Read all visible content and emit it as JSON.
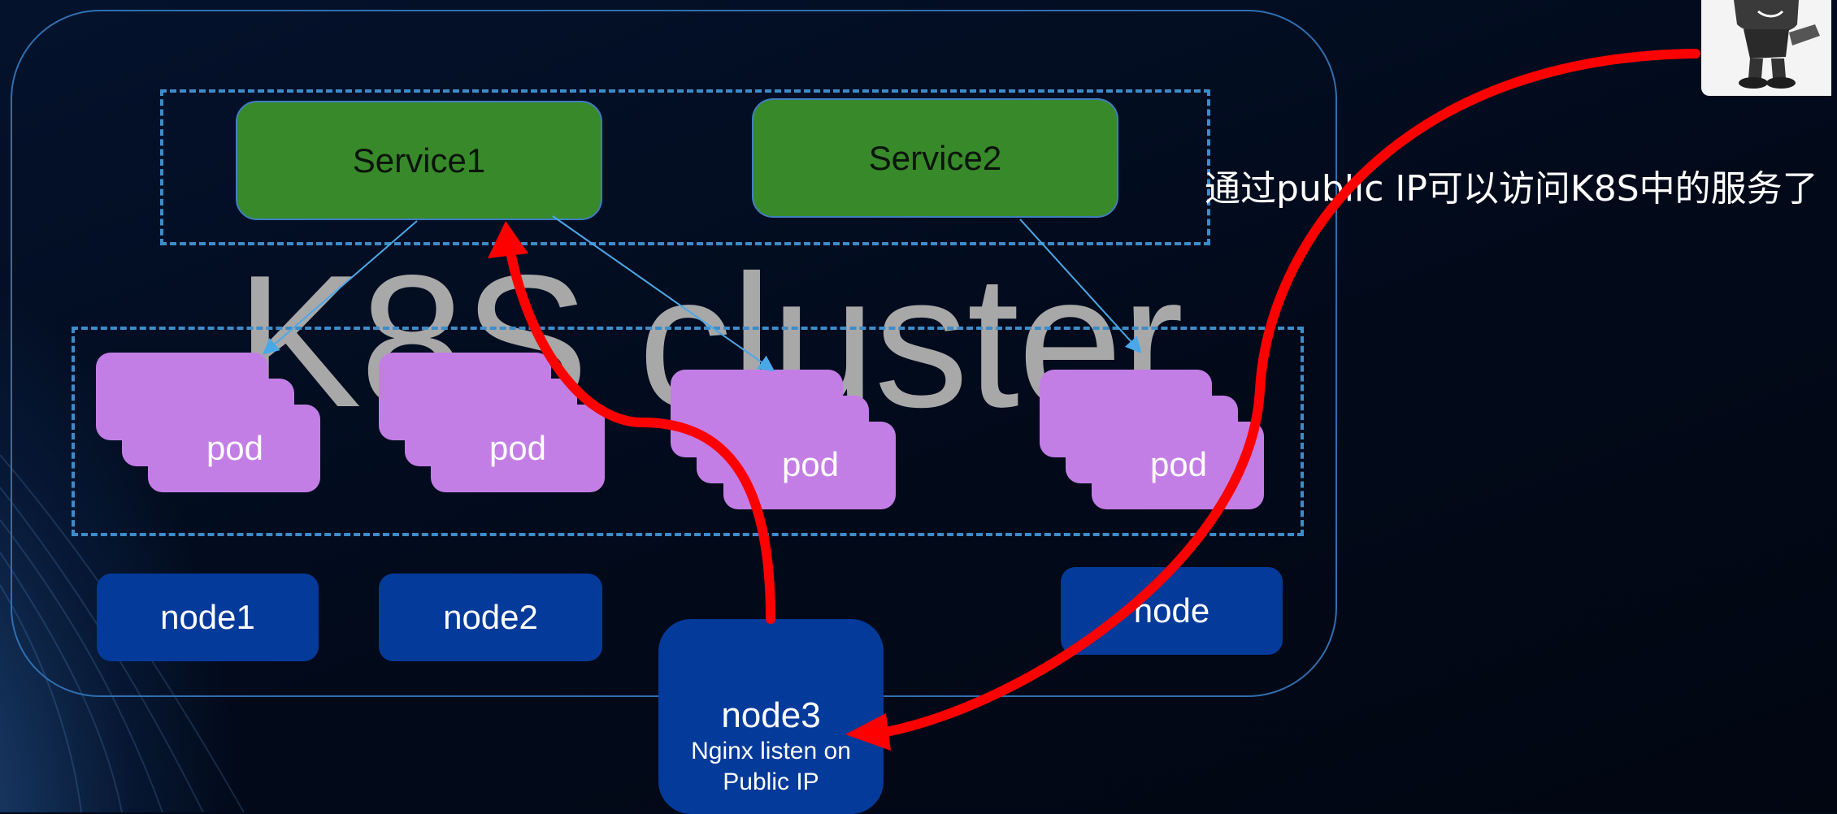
{
  "diagram": {
    "cluster_label": "K8S cluster",
    "services": [
      {
        "label": "Service1"
      },
      {
        "label": "Service2"
      }
    ],
    "pods": [
      {
        "label": "pod"
      },
      {
        "label": "pod"
      },
      {
        "label": "pod"
      },
      {
        "label": "pod"
      }
    ],
    "nodes": [
      {
        "label": "node1"
      },
      {
        "label": "node2"
      },
      {
        "label": "node"
      }
    ],
    "node3": {
      "title": "node3",
      "line1": "Nginx listen on",
      "line2": "Public IP"
    },
    "caption": "通过public IP可以访问K8S中的服务了",
    "colors": {
      "background": "#020a1a",
      "service": "#38892a",
      "pod": "#c37ee6",
      "node": "#043a9a",
      "dashed_border": "#3d8cc9",
      "route_arrow": "#ff0000",
      "service_link": "#4aa8e8"
    },
    "icons": [
      "cartoon-figure-icon"
    ]
  }
}
